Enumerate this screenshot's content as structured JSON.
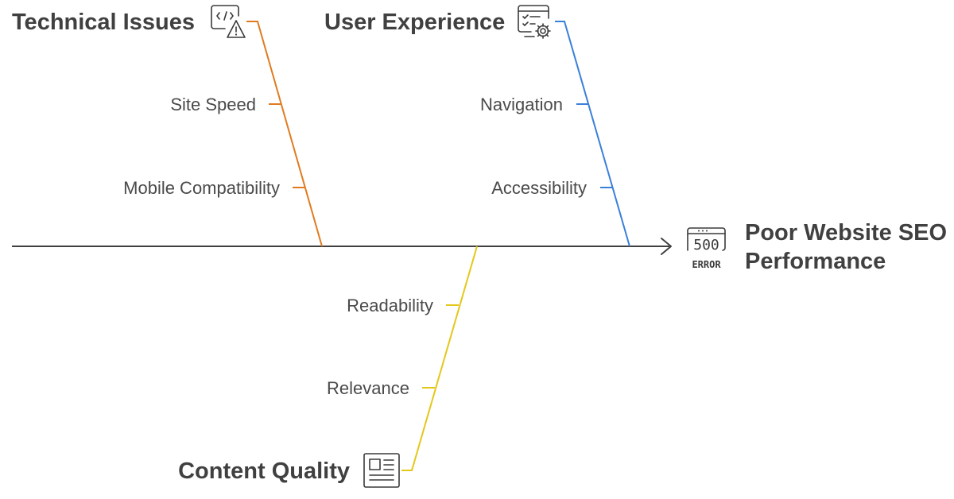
{
  "diagram": {
    "type": "fishbone",
    "effect": {
      "label_line1": "Poor Website SEO",
      "label_line2": "Performance",
      "icon": "server-error-500-icon",
      "icon_code": "500",
      "icon_caption": "ERROR"
    },
    "categories": [
      {
        "id": "technical",
        "label": "Technical Issues",
        "icon": "code-warning-icon",
        "color": "#e07b1f",
        "causes": [
          "Site Speed",
          "Mobile Compatibility"
        ]
      },
      {
        "id": "ux",
        "label": "User Experience",
        "icon": "checklist-gear-icon",
        "color": "#3a7fd9",
        "causes": [
          "Navigation",
          "Accessibility"
        ]
      },
      {
        "id": "content",
        "label": "Content Quality",
        "icon": "document-icon",
        "color": "#e3c81a",
        "causes": [
          "Readability",
          "Relevance"
        ]
      }
    ],
    "spine_color": "#404040"
  }
}
